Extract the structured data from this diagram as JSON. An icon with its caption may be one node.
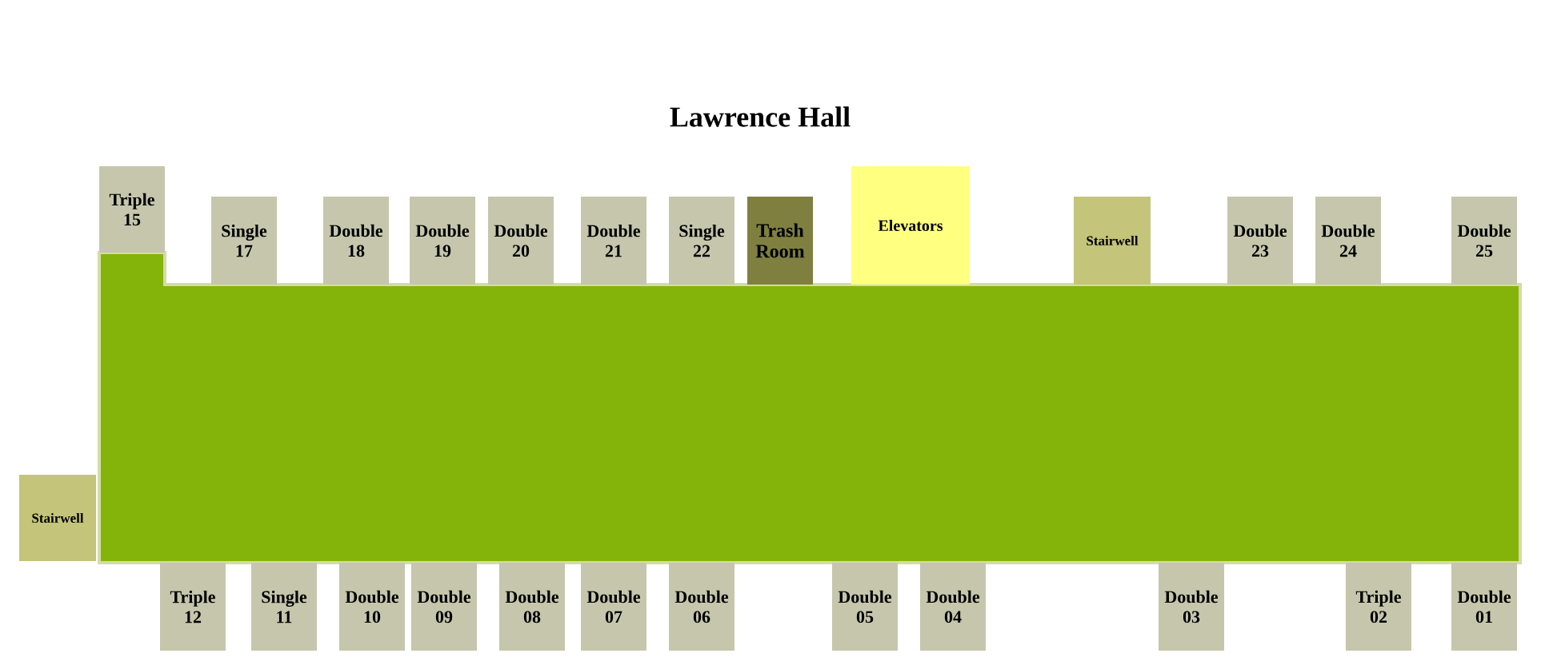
{
  "diagram": {
    "title": "Lawrence Hall",
    "nodes": [
      {
        "text": [
          "Triple 15"
        ]
      },
      {
        "text": [
          "Single 17"
        ]
      },
      {
        "text": [
          "Double 18"
        ]
      },
      {
        "text": [
          "Double 19"
        ]
      },
      {
        "text": [
          "Double 20"
        ]
      },
      {
        "text": [
          "Double 21"
        ]
      },
      {
        "text": [
          "Single 22"
        ]
      },
      {
        "text": [
          "Trash Room"
        ]
      },
      {
        "text": [
          "Elevators"
        ]
      },
      {
        "text": [
          "Stairwell"
        ]
      },
      {
        "text": [
          "Double 23"
        ]
      },
      {
        "text": [
          "Double 24"
        ]
      },
      {
        "text": [
          "Double 25"
        ]
      },
      {
        "text": [
          "Stairwell"
        ]
      },
      {
        "text": [
          "Triple 12"
        ]
      },
      {
        "text": [
          "Single 11"
        ]
      },
      {
        "text": [
          "Double 10"
        ]
      },
      {
        "text": [
          "Double 09"
        ]
      },
      {
        "text": [
          "Double 08"
        ]
      },
      {
        "text": [
          "Double 07"
        ]
      },
      {
        "text": [
          "Double 06"
        ]
      },
      {
        "text": [
          "Double 05"
        ]
      },
      {
        "text": [
          "Double 04"
        ]
      },
      {
        "text": [
          "Double 03"
        ]
      },
      {
        "text": [
          "Triple 02"
        ]
      },
      {
        "text": [
          "Double 01"
        ]
      }
    ]
  }
}
